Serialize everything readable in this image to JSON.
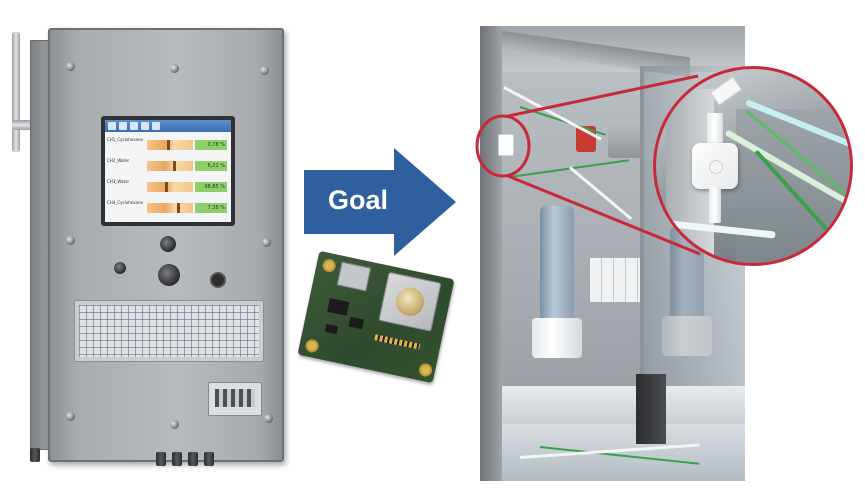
{
  "arrow": {
    "label": "Goal",
    "color": "#2f5f9e"
  },
  "analyzer_screen": {
    "rows": [
      {
        "label": "CH1_Cyclohexane",
        "value": "0,78 %"
      },
      {
        "label": "CH2_Water",
        "value": "6,21 %"
      },
      {
        "label": "CH3_Water",
        "value": "98,85 %"
      },
      {
        "label": "CH4_Cyclohexane",
        "value": "7,38 %"
      }
    ]
  },
  "callout": {
    "color": "#c8283a"
  },
  "icons": {
    "arrow": "right-arrow-icon",
    "magnifier": "magnifier-callout-icon"
  }
}
